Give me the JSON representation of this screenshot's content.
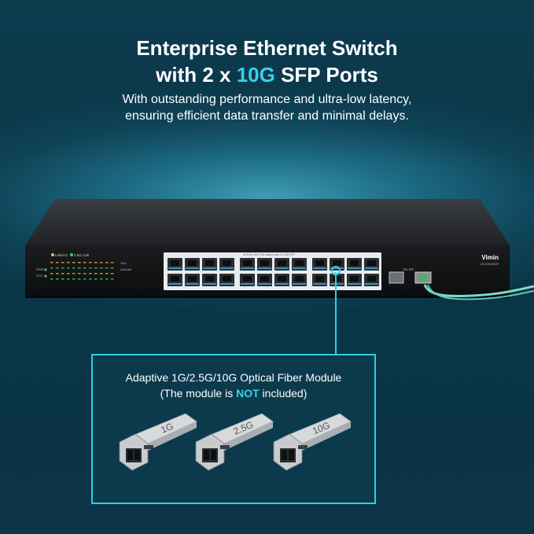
{
  "title": {
    "line1": "Enterprise Ethernet Switch",
    "line2_pre": "with 2 x ",
    "line2_accent": "10G",
    "line2_post": " SFP Ports"
  },
  "subtitle": {
    "line1": "With outstanding performance and ultra-low latency,",
    "line2": "ensuring efficient data transfer and minimal delays."
  },
  "device": {
    "brand": "Vimin",
    "model": "VM-S2024G2P",
    "legend_link_act": "Link/Act",
    "legend_25g_link": "2.5G Link",
    "label_pwr": "PWR",
    "label_sys": "SYS",
    "label_10g": "10G",
    "label_10g_link": "Link/Act",
    "label_poe_ports": "24-Port 2.5G PoE Switch with 2x 10G SFP",
    "label_sfp": "10G SFP"
  },
  "callout": {
    "line1": "Adaptive 1G/2.5G/10G Optical Fiber Module",
    "line2_pre": "(The module is ",
    "line2_not": "NOT",
    "line2_post": " included)"
  },
  "modules": [
    {
      "label": "1G"
    },
    {
      "label": "2.5G"
    },
    {
      "label": "10G"
    }
  ],
  "colors": {
    "accent": "#39d0e6",
    "callout_border": "#2ecfe2",
    "fiber": "#7fd8c8"
  }
}
